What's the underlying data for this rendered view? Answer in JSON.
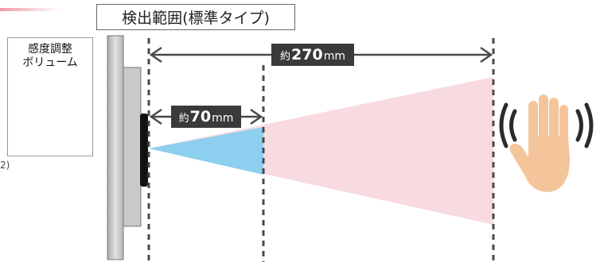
{
  "title": "検出範囲(標準タイプ)",
  "knob_label": [
    "感度調整",
    "ボリューム"
  ],
  "range_long": {
    "prefix": "約",
    "value": "270",
    "unit": "mm"
  },
  "range_short": {
    "prefix": "約",
    "value": "70",
    "unit": "mm"
  },
  "corner_note": "2)",
  "colors": {
    "long_range_fill": "#f6d2d9",
    "short_range_fill": "#8ccfee",
    "dimension_line": "#4a4a4a",
    "label_background": "#3a3a3a",
    "hand": "#f4c59a",
    "motion_waves": "#2b2b2b",
    "top_left_accent": "#f08a9a"
  },
  "icons": [
    "hand-icon",
    "motion-waves-icon",
    "sensitivity-knob-icon",
    "sensor-panel-icon"
  ]
}
